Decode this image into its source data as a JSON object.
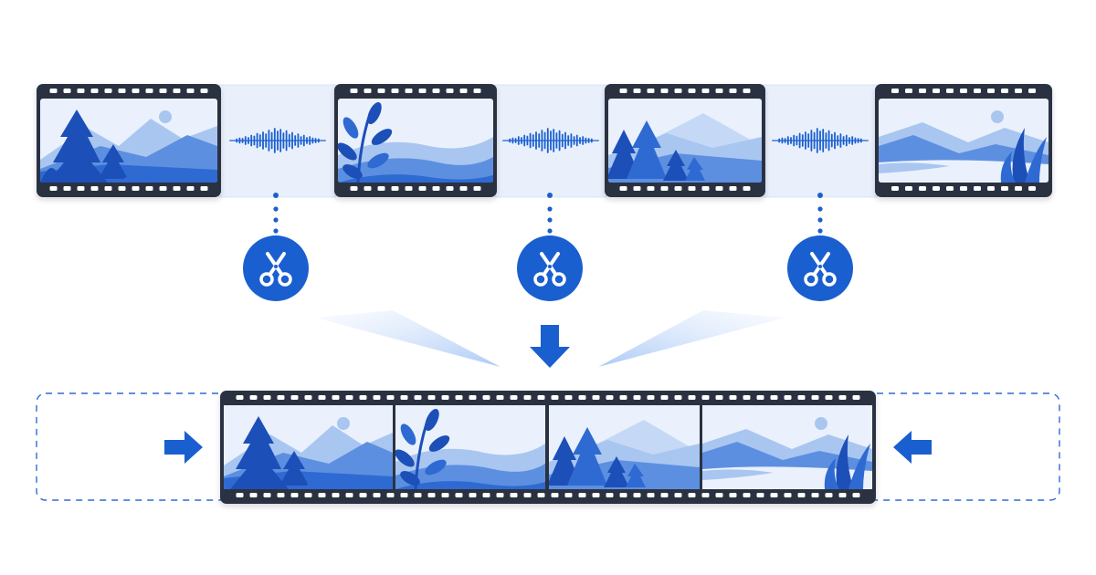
{
  "diagram": {
    "top_clips": [
      {
        "scene": "forest-mountains-sun"
      },
      {
        "scene": "leaves-rolling-hills"
      },
      {
        "scene": "pine-trees-mountain-peak"
      },
      {
        "scene": "lake-mountains-sun-plant"
      }
    ],
    "silent_gaps": [
      {
        "audio": "waveform"
      },
      {
        "audio": "waveform"
      },
      {
        "audio": "waveform"
      }
    ],
    "cut_markers": 3,
    "merged_clip": {
      "scenes": [
        "forest-mountains-sun",
        "leaves-rolling-hills",
        "pine-trees-mountain-peak",
        "lake-mountains-sun-plant"
      ]
    },
    "icons": {
      "cut": "scissors-icon",
      "merge_down": "arrow-down-icon",
      "compress_left": "arrow-right-icon",
      "compress_right": "arrow-left-icon",
      "audio": "waveform-icon"
    },
    "colors": {
      "film": "#2b3242",
      "accent": "#1a5fd0",
      "gap_fill": "#e9f0fb",
      "scene_sky": "#eaf1fc",
      "scene_light": "#a9c6f0",
      "scene_mid": "#5d8fe0",
      "scene_dark": "#2e6ad2",
      "scene_deep": "#1d4fb8"
    }
  }
}
